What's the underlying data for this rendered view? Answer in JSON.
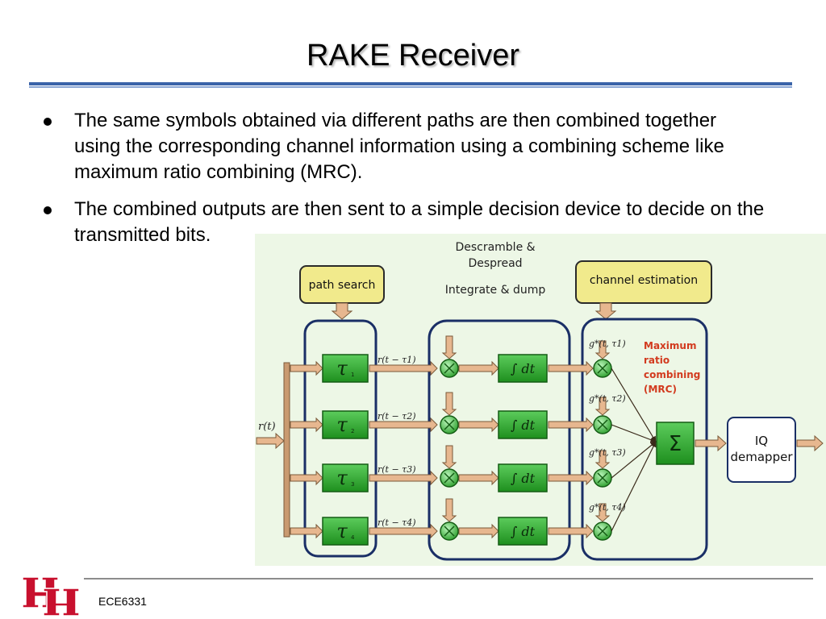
{
  "slide": {
    "title": "RAKE Receiver"
  },
  "bullets": [
    "The same symbols obtained via different paths are then combined together using the corresponding channel information using a combining scheme like maximum ratio combining (MRC).",
    "The combined outputs are then sent to a simple decision device to decide on the transmitted bits."
  ],
  "diagram": {
    "top_label_1": "Descramble &",
    "top_label_2": "Despread",
    "top_label_3": "Integrate & dump",
    "path_search": "path search",
    "channel_estimation": "channel estimation",
    "input_label": "r(t)",
    "delay_symbol": "τ",
    "delay_subscripts": [
      "1",
      "2",
      "3",
      "4"
    ],
    "delayed_signals": [
      "r(t − τ1)",
      "r(t − τ2)",
      "r(t − τ3)",
      "r(t − τ4)"
    ],
    "integrator_label": "∫ dt",
    "channel_gains": [
      "g*(t, τ1)",
      "g*(t, τ2)",
      "g*(t, τ3)",
      "g*(t, τ4)"
    ],
    "mrc_note": [
      "Maximum",
      "ratio",
      "combining",
      "(MRC)"
    ],
    "sum_symbol": "Σ",
    "demapper_1": "IQ",
    "demapper_2": "demapper",
    "colors": {
      "background": "#edf7e6",
      "block_green": "#2ca12c",
      "header_yellow": "#f1ea8c",
      "group_border": "#1a2f66",
      "arrow_fill": "#e7b78f",
      "mrc_text": "#d23a1e"
    }
  },
  "footer": {
    "course": "ECE6331",
    "logo_text": "UH"
  }
}
